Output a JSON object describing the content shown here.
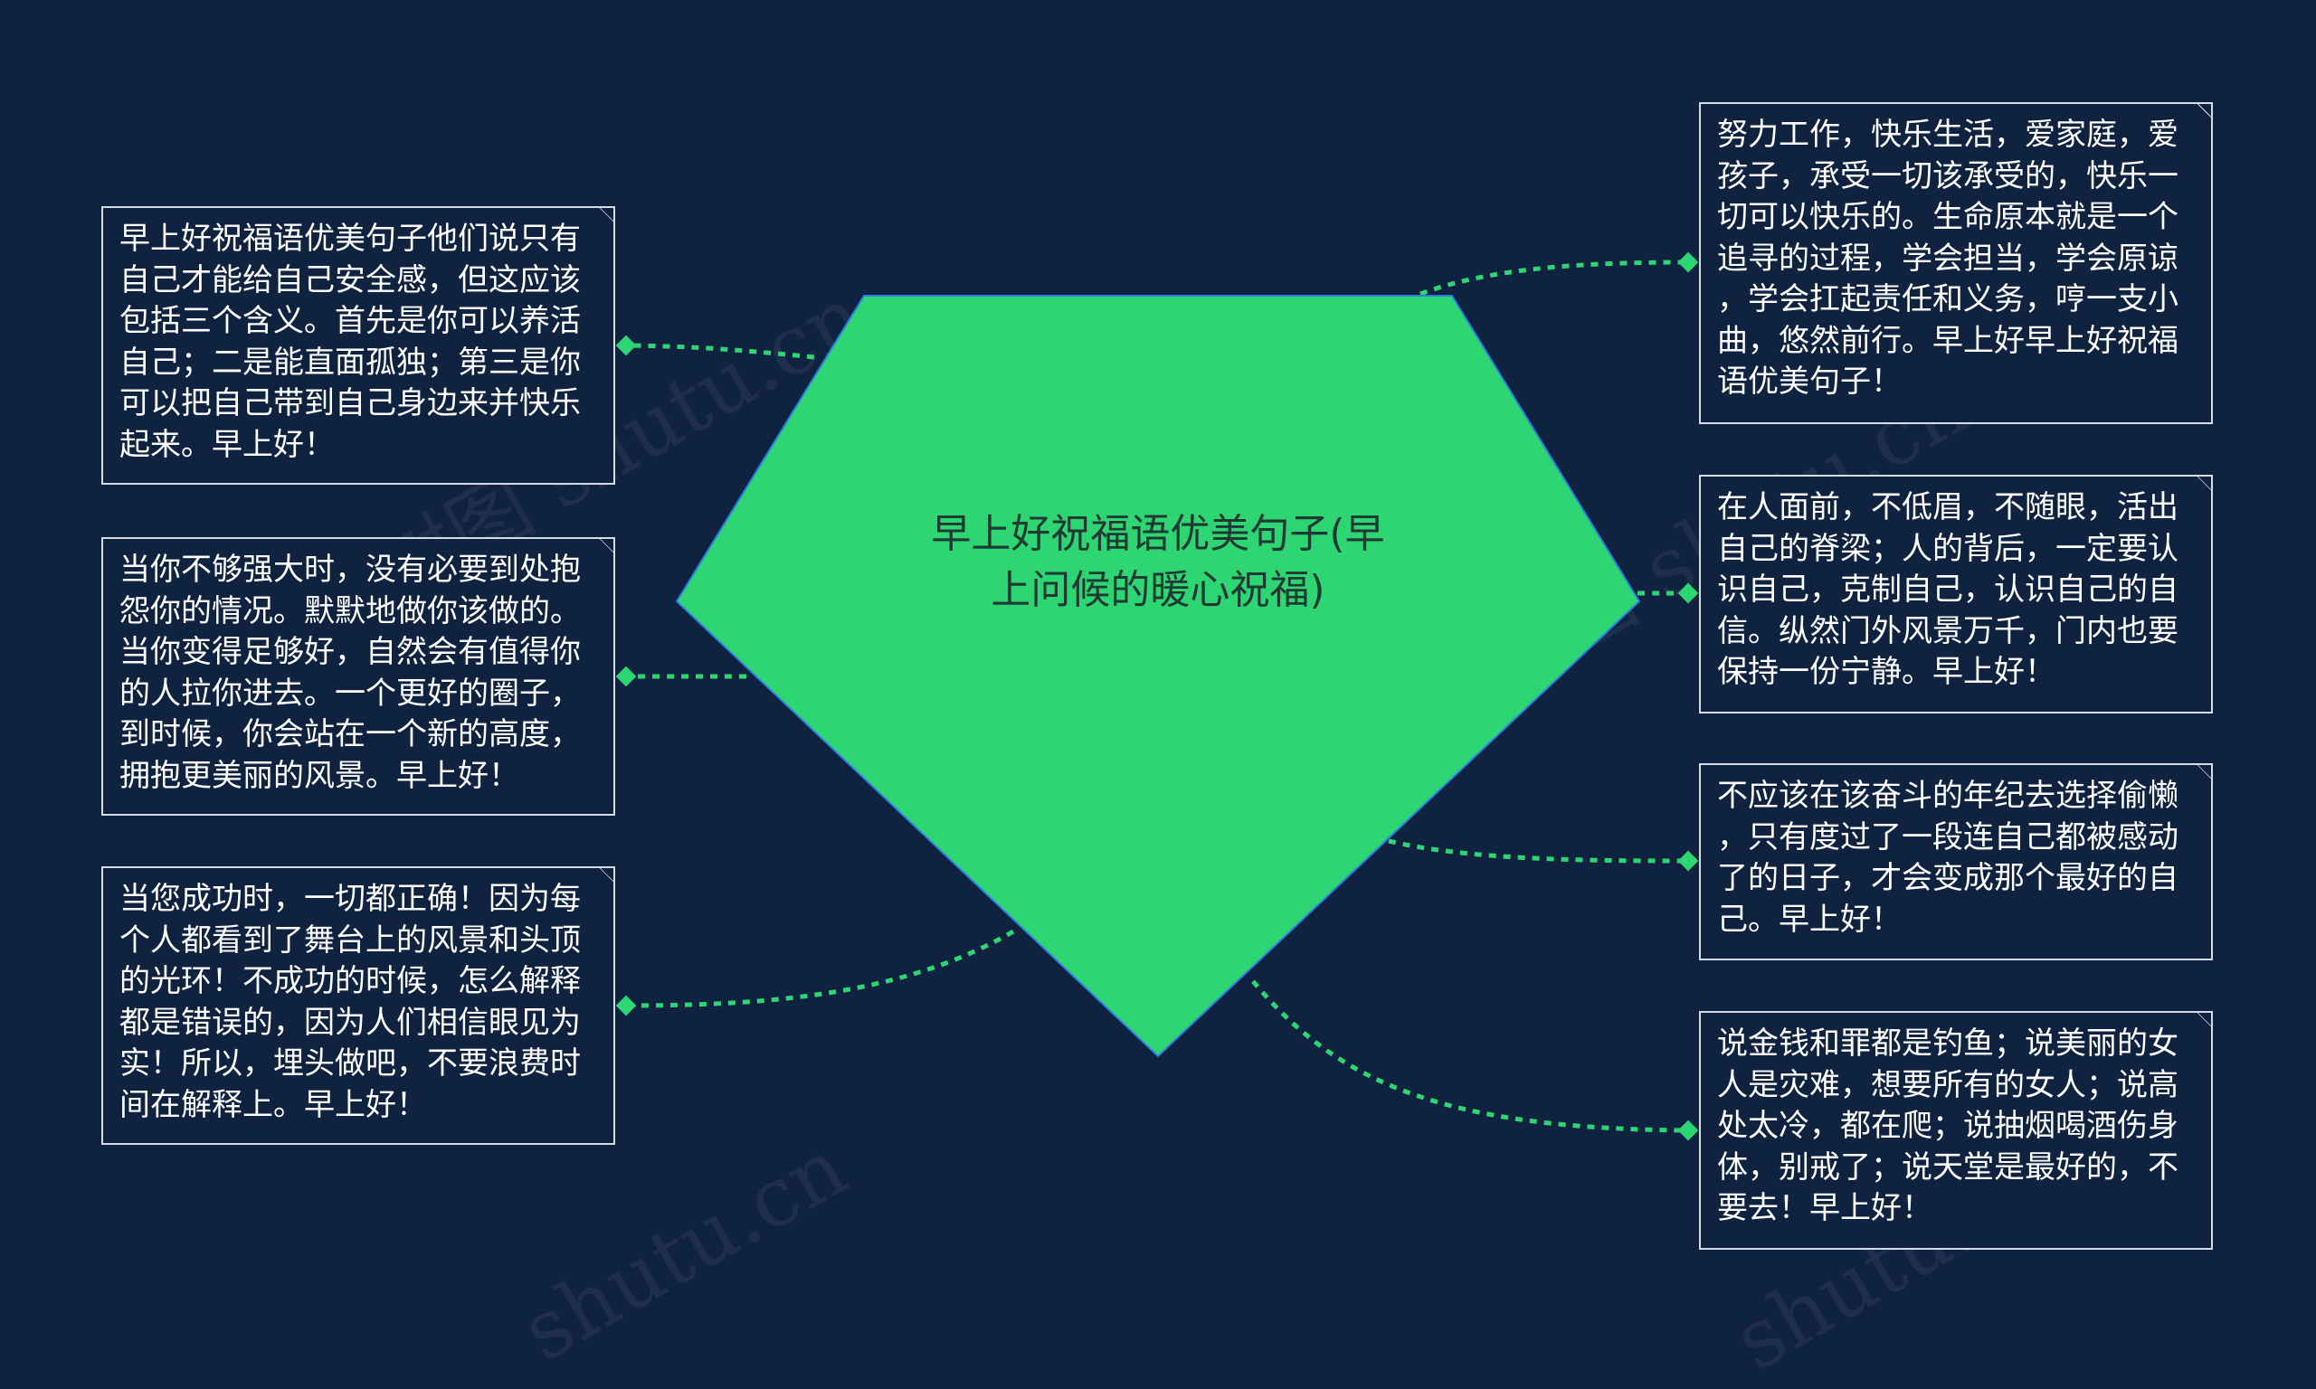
{
  "center": {
    "title": "早上好祝福语优美句子(早\n上问候的暖心祝福)",
    "color": "#2ed573"
  },
  "connector_color": "#2ed573",
  "left_nodes": [
    {
      "text": "早上好祝福语优美句子他们说只有\n自己才能给自己安全感，但这应该\n包括三个含义。首先是你可以养活\n自己；二是能直面孤独；第三是你\n可以把自己带到自己身边来并快乐\n起来。早上好！"
    },
    {
      "text": "当你不够强大时，没有必要到处抱\n怨你的情况。默默地做你该做的。\n当你变得足够好，自然会有值得你\n的人拉你进去。一个更好的圈子，\n到时候，你会站在一个新的高度，\n拥抱更美丽的风景。早上好！"
    },
    {
      "text": "当您成功时，一切都正确！因为每\n个人都看到了舞台上的风景和头顶\n的光环！不成功的时候，怎么解释\n都是错误的，因为人们相信眼见为\n实！所以，埋头做吧，不要浪费时\n间在解释上。早上好！"
    }
  ],
  "right_nodes": [
    {
      "text": "努力工作，快乐生活，爱家庭，爱\n孩子，承受一切该承受的，快乐一\n切可以快乐的。生命原本就是一个\n追寻的过程，学会担当，学会原谅\n，学会扛起责任和义务，哼一支小\n曲，悠然前行。早上好早上好祝福\n语优美句子！"
    },
    {
      "text": "在人面前，不低眉，不随眼，活出\n自己的脊梁；人的背后，一定要认\n识自己，克制自己，认识自己的自\n信。纵然门外风景万千，门内也要\n保持一份宁静。早上好！"
    },
    {
      "text": "不应该在该奋斗的年纪去选择偷懒\n，只有度过了一段连自己都被感动\n了的日子，才会变成那个最好的自\n己。早上好！"
    },
    {
      "text": "说金钱和罪都是钓鱼；说美丽的女\n人是灾难，想要所有的女人；说高\n处太冷，都在爬；说抽烟喝酒伤身\n体，别戒了；说天堂是最好的，不\n要去！早上好！"
    }
  ],
  "watermarks": [
    "树图 shutu.cn",
    "树图 shutu.cn",
    "shutu.cn",
    "shutu.cn"
  ]
}
